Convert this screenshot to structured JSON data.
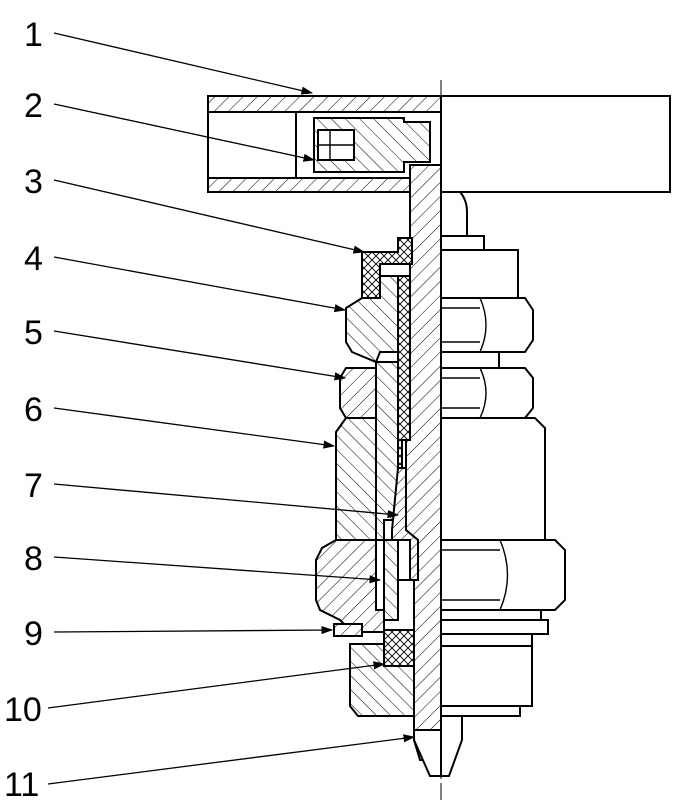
{
  "figure": {
    "callouts": [
      {
        "id": 1,
        "label": "1"
      },
      {
        "id": 2,
        "label": "2"
      },
      {
        "id": 3,
        "label": "3"
      },
      {
        "id": 4,
        "label": "4"
      },
      {
        "id": 5,
        "label": "5"
      },
      {
        "id": 6,
        "label": "6"
      },
      {
        "id": 7,
        "label": "7"
      },
      {
        "id": 8,
        "label": "8"
      },
      {
        "id": 9,
        "label": "9"
      },
      {
        "id": 10,
        "label": "10"
      },
      {
        "id": 11,
        "label": "11"
      }
    ]
  }
}
